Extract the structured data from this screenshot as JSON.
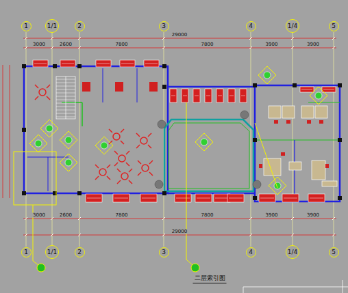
{
  "diagram": {
    "title": "二层索引图",
    "nodes": [
      {
        "text": [
          "1"
        ]
      },
      {
        "text": [
          "1/1"
        ]
      },
      {
        "text": [
          "2"
        ]
      },
      {
        "text": [
          "3"
        ]
      },
      {
        "text": [
          "4"
        ]
      },
      {
        "text": [
          "1/4"
        ]
      },
      {
        "text": [
          "5"
        ]
      },
      {
        "text": [
          "1"
        ]
      },
      {
        "text": [
          "1/1"
        ]
      },
      {
        "text": [
          "2"
        ]
      },
      {
        "text": [
          "3"
        ]
      },
      {
        "text": [
          "4"
        ]
      },
      {
        "text": [
          "1/4"
        ]
      },
      {
        "text": [
          "5"
        ]
      }
    ],
    "labels": [
      "29000",
      "3000",
      "2600",
      "7800",
      "7800",
      "3900",
      "3900",
      "3000",
      "2600",
      "7800",
      "7800",
      "3900",
      "3900",
      "29000"
    ]
  }
}
